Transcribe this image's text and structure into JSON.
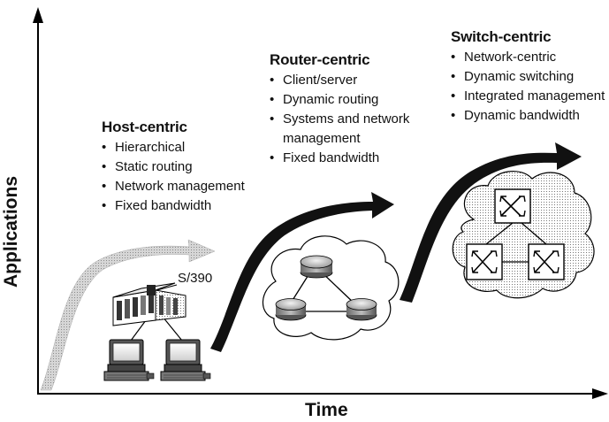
{
  "axes": {
    "x_label": "Time",
    "y_label": "Applications"
  },
  "eras": [
    {
      "title": "Host-centric",
      "bullets": [
        "Hierarchical",
        "Static routing",
        "Network management",
        "Fixed bandwidth"
      ]
    },
    {
      "title": "Router-centric",
      "bullets": [
        "Client/server",
        "Dynamic routing",
        "Systems and network",
        "management",
        "Fixed bandwidth"
      ]
    },
    {
      "title": "Switch-centric",
      "bullets": [
        "Network-centric",
        "Dynamic switching",
        "Integrated management",
        "Dynamic bandwidth"
      ]
    }
  ],
  "mainframe_label": "S/390",
  "colors": {
    "arrow_dark": "#111111",
    "arrow_light": "#bbbbbb",
    "line": "#000000"
  }
}
